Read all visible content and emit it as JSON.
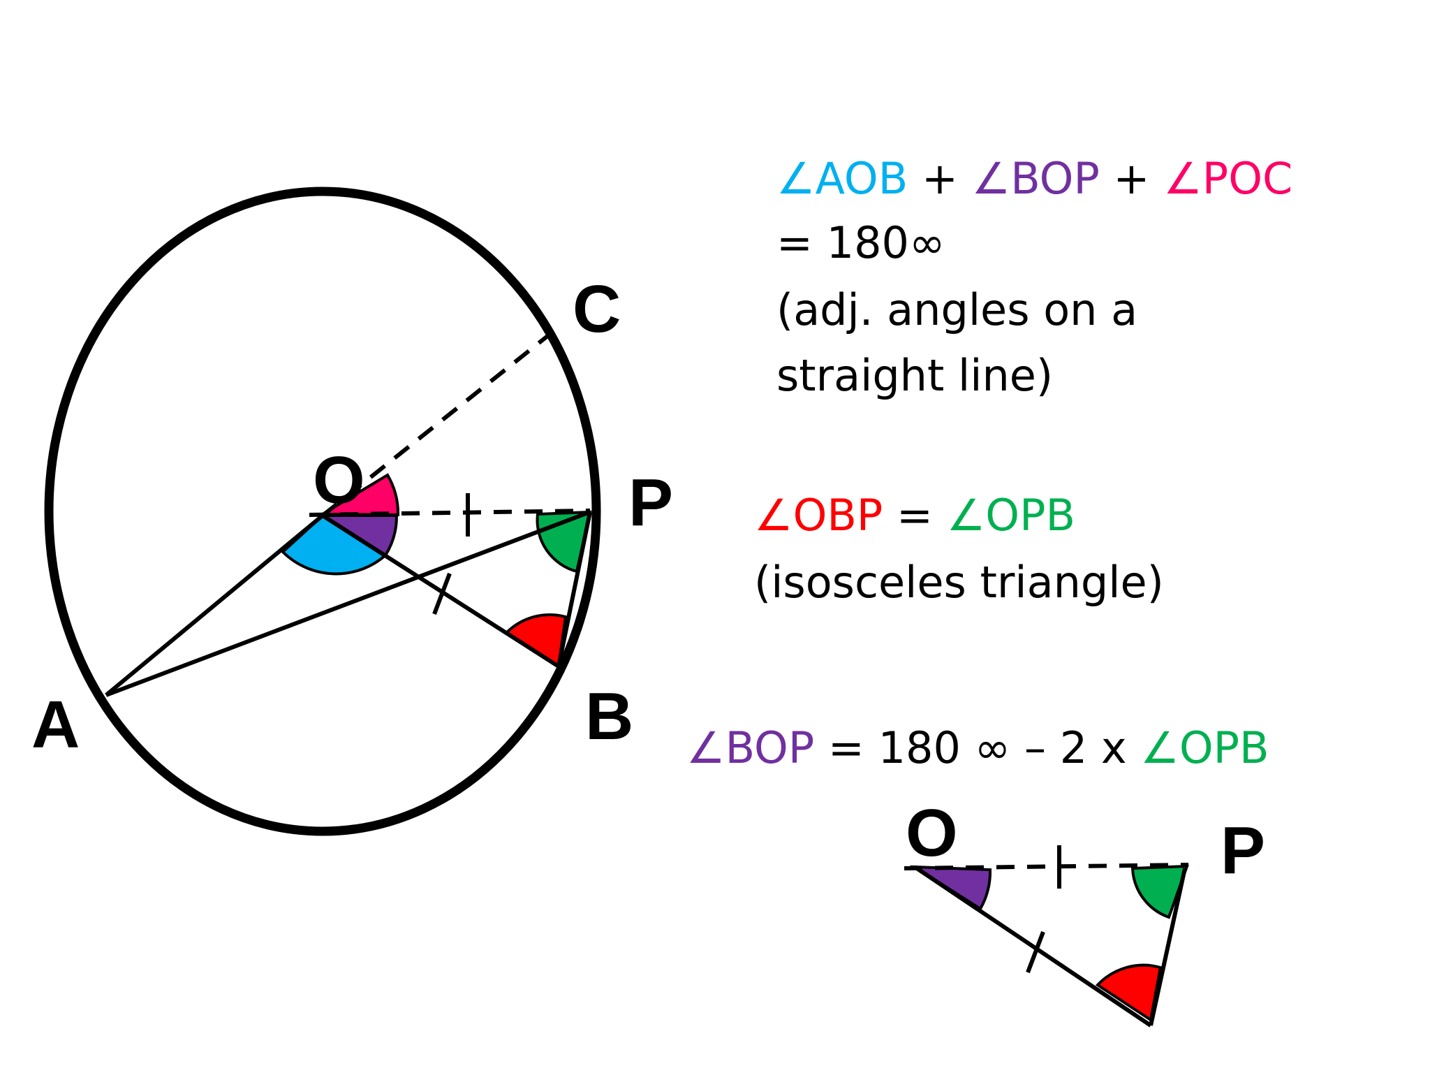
{
  "colors": {
    "aob": "#00b0f0",
    "bop": "#7030a0",
    "poc": "#ff0066",
    "obp": "#ff0000",
    "opb": "#00b050",
    "text": "#000000"
  },
  "points": {
    "A": "A",
    "B": "B",
    "C": "C",
    "P": "P",
    "O": "O",
    "O2": "O",
    "P2": "P"
  },
  "eq1": {
    "a1": "∠AOB",
    "p1": " + ",
    "a2": "∠BOP",
    "p2": " + ",
    "a3": "∠POC",
    "l2": "= 180∞",
    "l3": "(adj. angles on a",
    "l4": "straight line)"
  },
  "eq2": {
    "a1": "∠OBP",
    "eqs": " = ",
    "a2": "∠OPB",
    "l2": "(isosceles triangle)"
  },
  "eq3": {
    "a1": "∠BOP",
    "mid": " = 180 ∞ – 2 x ",
    "a2": "∠OPB"
  }
}
